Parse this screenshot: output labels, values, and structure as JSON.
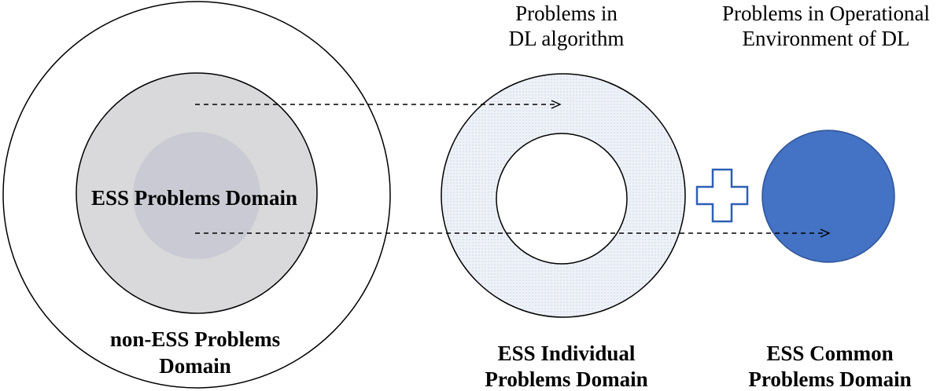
{
  "labels": {
    "ess_problems_domain": "ESS Problems Domain",
    "non_ess_line1": "non-ESS Problems",
    "non_ess_line2": "Domain",
    "individual_line1": "ESS Individual",
    "individual_line2": "Problems Domain",
    "common_line1": "ESS Common",
    "common_line2": "Problems Domain",
    "dl_algorithm_line1": "Problems in",
    "dl_algorithm_line2": "DL algorithm",
    "operational_line1": "Problems in Operational",
    "operational_line2": "Environment of DL"
  },
  "colors": {
    "outline": "#000000",
    "ess_domain_fill": "#d9d8da",
    "ess_core_fill": "#c9cad3",
    "ring_fill": "#e8eef6",
    "common_fill": "#4472c4",
    "common_stroke": "#2f5597",
    "plus_stroke": "#2f5fb3"
  }
}
